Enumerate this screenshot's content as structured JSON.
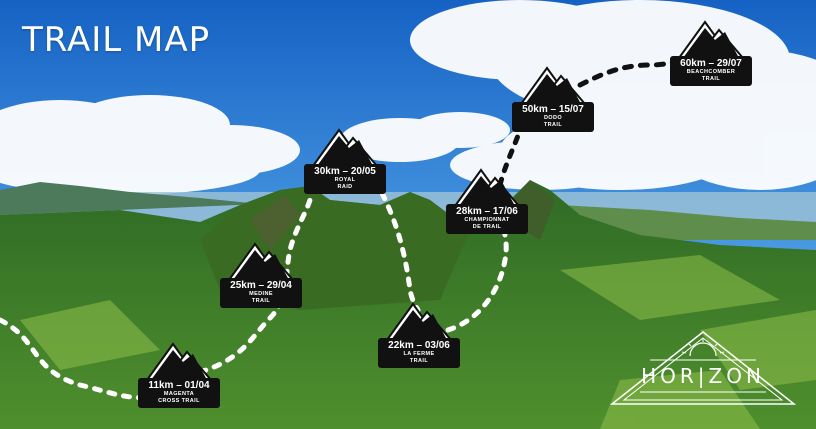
{
  "map": {
    "title": "TRAIL MAP",
    "brand": "HOR|ZON",
    "colors": {
      "sky": "#1f78d4",
      "cloud": "#ffffff",
      "land": "#3b7a2a",
      "field": "#8fbf4a",
      "path_dots": "#ffffff",
      "path_dots_dark": "#111111",
      "label_bg": "#111111"
    },
    "markers": [
      {
        "distance_date": "11km – 01/04",
        "name_lines": [
          "MAGENTA",
          "CROSS TRAIL"
        ]
      },
      {
        "distance_date": "25km – 29/04",
        "name_lines": [
          "MEDINE",
          "TRAIL"
        ]
      },
      {
        "distance_date": "30km – 20/05",
        "name_lines": [
          "ROYAL",
          "RAID"
        ]
      },
      {
        "distance_date": "22km – 03/06",
        "name_lines": [
          "LA FERME",
          "TRAIL"
        ]
      },
      {
        "distance_date": "28km – 17/06",
        "name_lines": [
          "CHAMPIONNAT",
          "DE TRAIL"
        ]
      },
      {
        "distance_date": "50km – 15/07",
        "name_lines": [
          "DODO",
          "TRAIL"
        ]
      },
      {
        "distance_date": "60km – 29/07",
        "name_lines": [
          "BEACHCOMBER",
          "TRAIL"
        ]
      }
    ]
  }
}
